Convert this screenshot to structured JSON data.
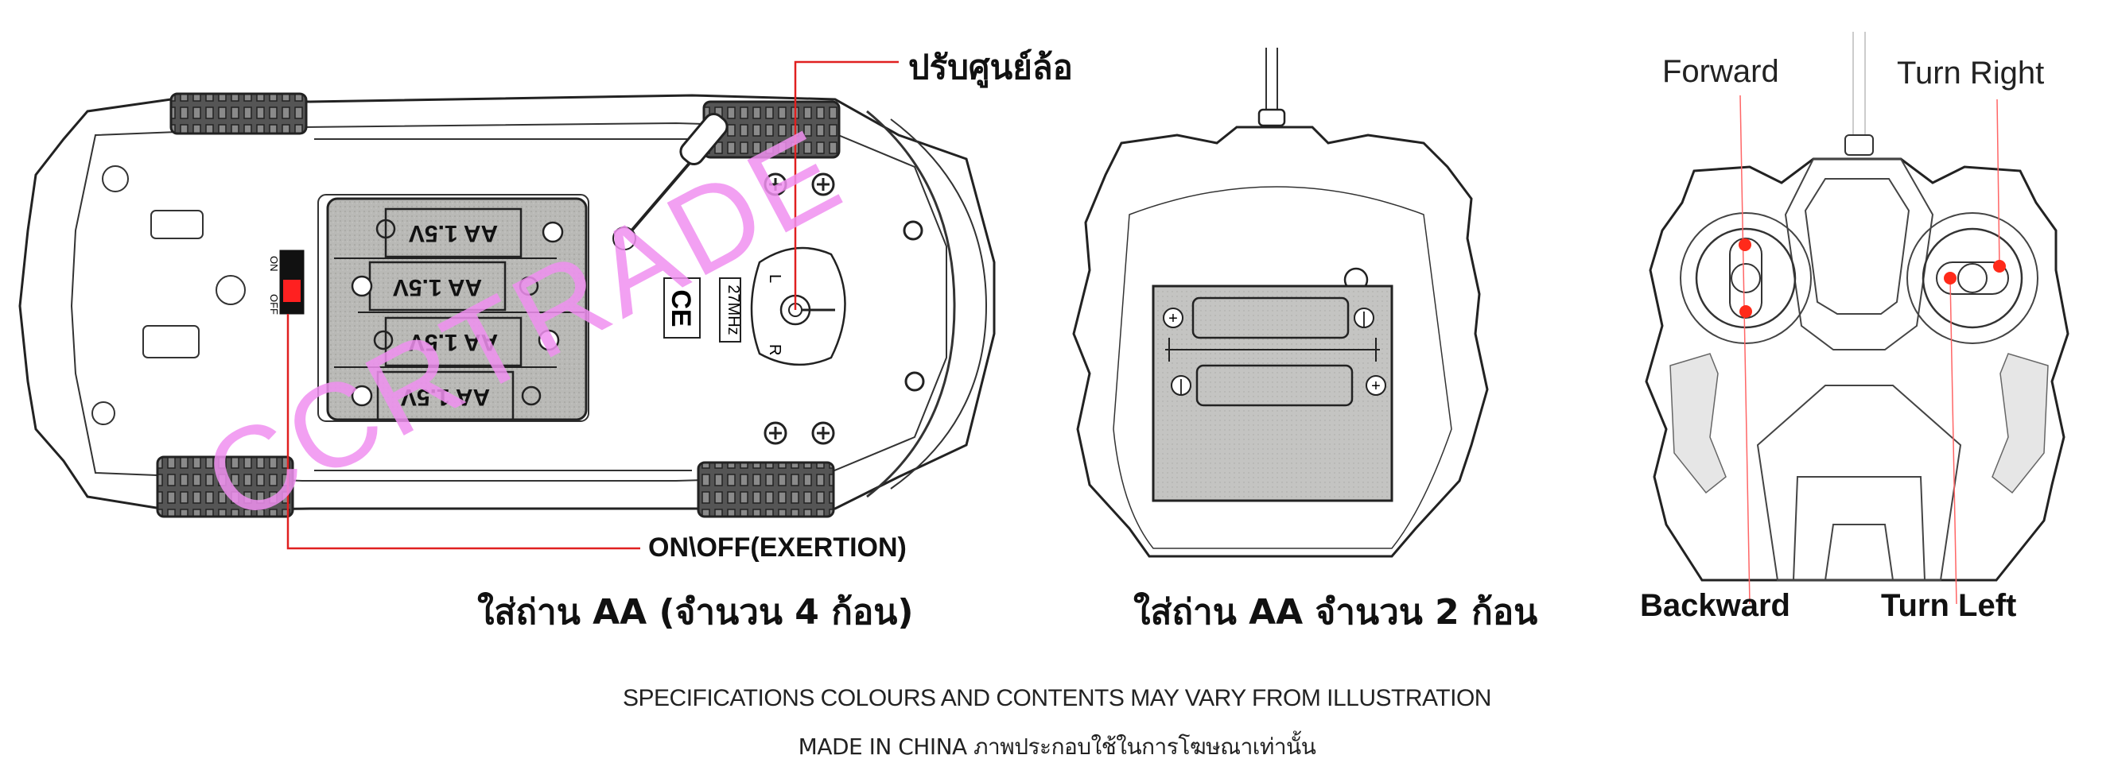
{
  "car_diagram": {
    "wheel_adjust_label": "ปรับศูนย์ล้อ",
    "power_switch_label": "ON\\OFF(EXERTION)",
    "switch_on": "ON",
    "switch_off": "OFF",
    "battery_label": "AA 1.5V",
    "battery_count": 4,
    "frequency": "27MHz",
    "ce_mark": "CE",
    "dial_left": "L",
    "dial_right": "R",
    "caption": "ใส่ถ่าน AA (จำนวน 4 ก้อน)",
    "watermark": "CCRTRADE",
    "switch_color": "#ff2020",
    "callout_line_color": "#e02020"
  },
  "transmitter_back": {
    "battery_count": 2,
    "caption": "ใส่ถ่าน AA จำนวน 2 ก้อน"
  },
  "transmitter_front": {
    "labels": {
      "forward": "Forward",
      "turn_right": "Turn Right",
      "backward": "Backward",
      "turn_left": "Turn Left"
    },
    "marker_color": "#ff2a1a"
  },
  "footer": {
    "line1": "SPECIFICATIONS COLOURS AND CONTENTS MAY VARY FROM ILLUSTRATION",
    "line2": "MADE IN CHINA ภาพประกอบใช้ในการโฆษณาเท่านั้น"
  }
}
